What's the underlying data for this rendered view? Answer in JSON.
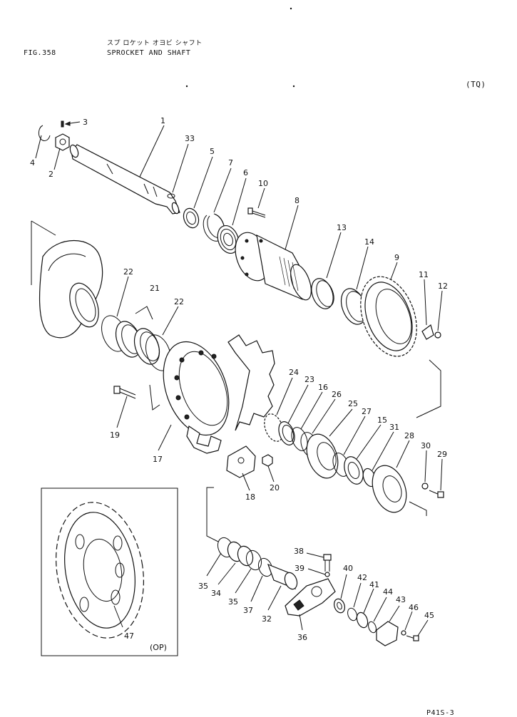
{
  "header": {
    "fig_label": "FIG.358",
    "title_jp": "スプ ロケット オヨビ シャフト",
    "title_en": "SPROCKET AND SHAFT",
    "variant_code": "(TQ)"
  },
  "inset": {
    "option_label": "(OP)"
  },
  "footer": {
    "page_number": "P41S-3"
  },
  "part_numbers": [
    "1",
    "2",
    "3",
    "4",
    "5",
    "6",
    "7",
    "8",
    "9",
    "10",
    "11",
    "12",
    "13",
    "14",
    "15",
    "16",
    "17",
    "18",
    "19",
    "20",
    "21",
    "22",
    "22",
    "23",
    "24",
    "25",
    "26",
    "27",
    "28",
    "29",
    "30",
    "31",
    "32",
    "33",
    "34",
    "35",
    "35",
    "36",
    "37",
    "38",
    "39",
    "40",
    "41",
    "42",
    "43",
    "44",
    "45",
    "46",
    "47"
  ]
}
